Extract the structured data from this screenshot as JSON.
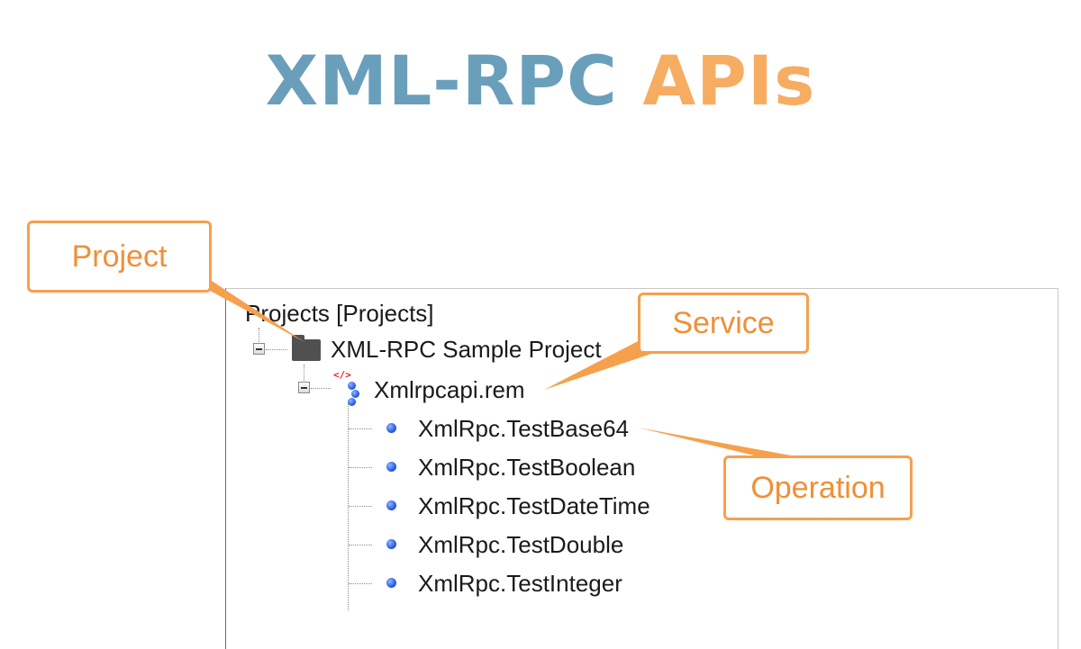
{
  "title": {
    "part1": "XML-RPC",
    "part2": "APIs"
  },
  "colors": {
    "title_blue": "#6a9fbc",
    "title_orange": "#f6ad62",
    "callout_orange": "#f6a04d",
    "bullet_blue": "#1a4fe0"
  },
  "tree": {
    "root_label": "Projects [Projects]",
    "project_label": "XML-RPC Sample Project",
    "service_label": "Xmlrpcapi.rem",
    "service_icon_tag": "</>",
    "operations": [
      "XmlRpc.TestBase64",
      "XmlRpc.TestBoolean",
      "XmlRpc.TestDateTime",
      "XmlRpc.TestDouble",
      "XmlRpc.TestInteger"
    ]
  },
  "callouts": {
    "project": "Project",
    "service": "Service",
    "operation": "Operation"
  }
}
